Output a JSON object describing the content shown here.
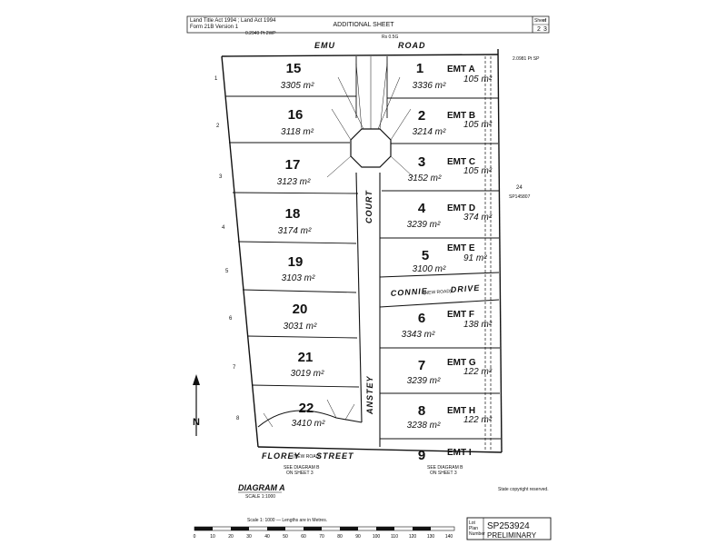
{
  "header": {
    "left_line1": "Land Title Act 1994 ; Land Act 1994",
    "left_line2": "Form 21B Version 1",
    "title": "ADDITIONAL SHEET",
    "sheet_label": "Sheet",
    "sheet_of": "of",
    "sheet_no": "2",
    "sheet_total": "3"
  },
  "streets": {
    "emu": "EMU",
    "road": "ROAD",
    "court": "COURT",
    "anstey": "ANSTEY",
    "connie": "CONNIE",
    "drive": "DRIVE",
    "florey": "FLOREY",
    "street": "STREET",
    "new_road": "(NEW ROAD)"
  },
  "left_lots": [
    {
      "lot": "15",
      "area": "3305",
      "unit": "m²"
    },
    {
      "lot": "16",
      "area": "3118",
      "unit": "m²"
    },
    {
      "lot": "17",
      "area": "3123",
      "unit": "m²"
    },
    {
      "lot": "18",
      "area": "3174",
      "unit": "m²"
    },
    {
      "lot": "19",
      "area": "3103",
      "unit": "m²"
    },
    {
      "lot": "20",
      "area": "3031",
      "unit": "m²"
    },
    {
      "lot": "21",
      "area": "3019",
      "unit": "m²"
    },
    {
      "lot": "22",
      "area": "3410",
      "unit": "m²"
    }
  ],
  "right_lots": [
    {
      "lot": "1",
      "area": "3336",
      "unit": "m²",
      "emt": "EMT A",
      "emt_area": "105"
    },
    {
      "lot": "2",
      "area": "3214",
      "unit": "m²",
      "emt": "EMT B",
      "emt_area": "105"
    },
    {
      "lot": "3",
      "area": "3152",
      "unit": "m²",
      "emt": "EMT C",
      "emt_area": "105"
    },
    {
      "lot": "4",
      "area": "3239",
      "unit": "m²",
      "emt": "EMT D",
      "emt_area": "374"
    },
    {
      "lot": "5",
      "area": "3100",
      "unit": "m²",
      "emt": "EMT E",
      "emt_area": "91"
    },
    {
      "lot": "6",
      "area": "3343",
      "unit": "m²",
      "emt": "EMT F",
      "emt_area": "138"
    },
    {
      "lot": "7",
      "area": "3239",
      "unit": "m²",
      "emt": "EMT G",
      "emt_area": "122"
    },
    {
      "lot": "8",
      "area": "3238",
      "unit": "m²",
      "emt": "EMT H",
      "emt_area": "122"
    },
    {
      "lot": "9",
      "area": "",
      "unit": "",
      "emt": "EMT I",
      "emt_area": ""
    }
  ],
  "emt_unit": "m²",
  "left_margin_numbers": [
    "1",
    "2",
    "3",
    "4",
    "5",
    "6",
    "7",
    "8"
  ],
  "adjoining_lot": {
    "number": "24",
    "plan": "SP145807"
  },
  "north": "N",
  "diagram": {
    "title": "DIAGRAM A",
    "scale": "SCALE 1:1000"
  },
  "see_diagram_left": "SEE DIAGRAM B",
  "see_diagram_left2": "ON SHEET 3",
  "see_diagram_right": "SEE DIAGRAM B",
  "see_diagram_right2": "ON SHEET 3",
  "scale_text": "Scale 1: 1000 — Lengths are in Metres.",
  "scale_ticks": [
    "0",
    "10",
    "20",
    "30",
    "40",
    "50",
    "60",
    "70",
    "80",
    "90",
    "100",
    "110",
    "120",
    "130",
    "140"
  ],
  "state_copyright": "State copyright reserved.",
  "footer": {
    "col_labels": [
      "Lot",
      "Plan",
      "Number"
    ],
    "plan_number": "SP253924",
    "status": "PRELIMINARY"
  },
  "edge_notes": {
    "left_top": "0.2949 Pt 2WP",
    "right_top": "2.0981 Pt SP",
    "road_top": "Rs 0.5G"
  }
}
